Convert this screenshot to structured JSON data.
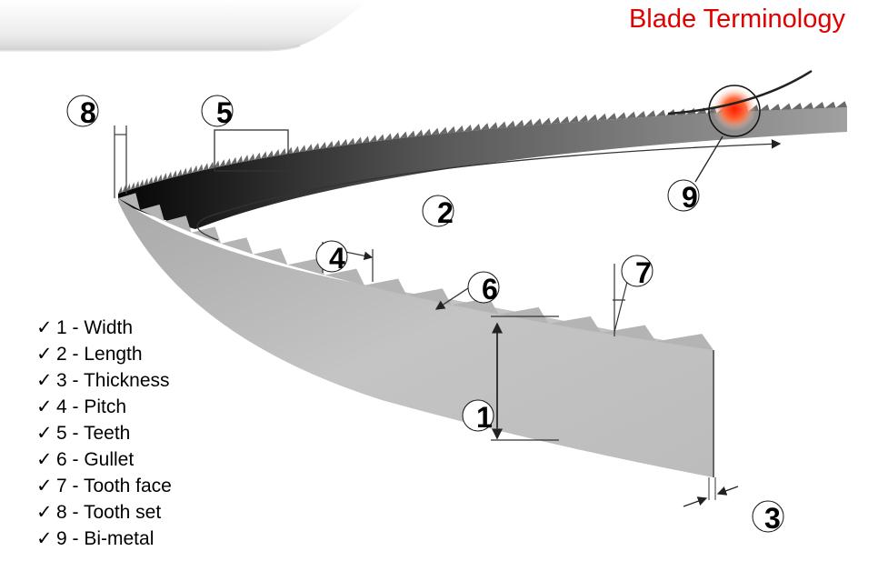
{
  "title": "Blade Terminology",
  "colors": {
    "title": "#e00000",
    "blade": "#b8b8b8",
    "blade_dark": "#1a1a1a",
    "hot_spot": "#ff3b1a"
  },
  "callouts": [
    {
      "id": "8",
      "label": "8"
    },
    {
      "id": "5",
      "label": "5"
    },
    {
      "id": "2",
      "label": "2"
    },
    {
      "id": "9",
      "label": "9"
    },
    {
      "id": "4",
      "label": "4"
    },
    {
      "id": "6",
      "label": "6"
    },
    {
      "id": "7",
      "label": "7"
    },
    {
      "id": "1",
      "label": "1"
    },
    {
      "id": "3",
      "label": "3"
    }
  ],
  "legend": {
    "check_icon": "✓",
    "items": [
      {
        "label": "1 - Width"
      },
      {
        "label": "2 - Length"
      },
      {
        "label": "3 - Thickness"
      },
      {
        "label": "4 - Pitch"
      },
      {
        "label": "5 - Teeth"
      },
      {
        "label": "6 - Gullet"
      },
      {
        "label": "7 - Tooth face"
      },
      {
        "label": "8 - Tooth set"
      },
      {
        "label": "9 - Bi-metal"
      }
    ]
  }
}
